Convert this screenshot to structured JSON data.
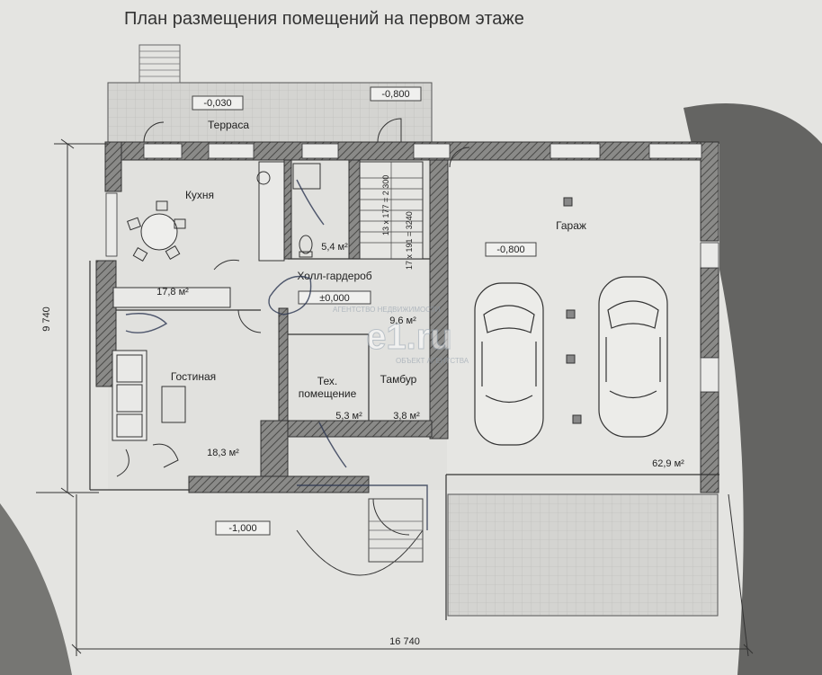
{
  "title": "План размещения помещений на первом этаже",
  "levels": {
    "terrace": "-0,030",
    "entrance_top": "-0,800",
    "garage": "-0,800",
    "hall": "±0,000",
    "ground": "-1,000"
  },
  "rooms": {
    "terrace": "Терраса",
    "kitchen": "Кухня",
    "kitchen_area": "17,8 м²",
    "bath_area": "5,4 м²",
    "hall": "Холл-гардероб",
    "hall_area": "9,6 м²",
    "living": "Гостиная",
    "living_area": "18,3 м²",
    "tech_line1": "Тех.",
    "tech_line2": "помещение",
    "tech_area": "5,3 м²",
    "vestibule": "Тамбур",
    "vestibule_area": "3,8 м²",
    "garage": "Гараж",
    "garage_area": "62,9 м²"
  },
  "stairs": {
    "line1": "13 x 177 = 2 300",
    "line2": "17 x 191 = 3240"
  },
  "dimensions": {
    "width": "16 740",
    "height": "9 740"
  },
  "watermark": {
    "logo": "e1.ru",
    "line1": "АГЕНТСТВО НЕДВИЖИМОСТИ",
    "line2": "ОБЪЕКТ АГЕНТСТВА"
  },
  "colors": {
    "paper": "#e3e3e0",
    "wall": "#7a7a78",
    "hatch": "#555555",
    "line": "#333333"
  }
}
